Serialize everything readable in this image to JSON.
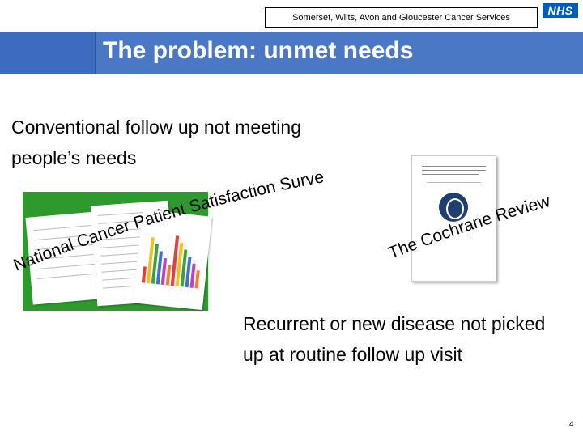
{
  "header": {
    "organisation": "Somerset, Wilts, Avon and Gloucester Cancer Services",
    "logo_text": "NHS",
    "title": "The problem: unmet needs"
  },
  "content": {
    "intro": "Conventional follow up not meeting people’s needs",
    "followup": "Recurrent or new disease not picked up at routine follow up visit"
  },
  "labels": {
    "survey": "National Cancer Patient Satisfaction Survey",
    "review": "The Cochrane Review"
  },
  "footer": {
    "page_number": "4"
  },
  "colors": {
    "title_bar": "#4a78c4",
    "nhs_blue": "#005eb8",
    "doc_background": "#2e9a2e"
  }
}
